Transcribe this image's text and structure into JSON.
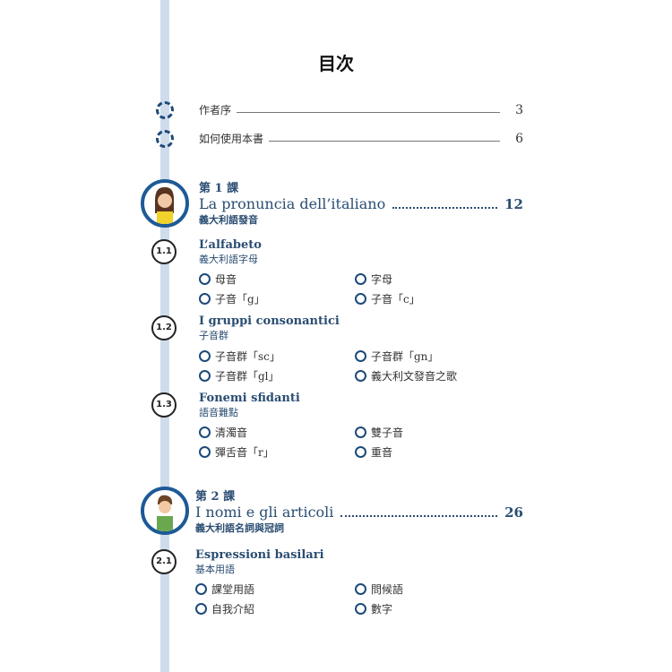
{
  "title": "目次",
  "front": [
    {
      "label": "作者序",
      "page": "3"
    },
    {
      "label": "如何使用本書",
      "page": "6"
    }
  ],
  "lessons": [
    {
      "num": "第 1 課",
      "title": "La pronuncia dell’italiano",
      "page": "12",
      "subtitle": "義大利語發音",
      "sections": [
        {
          "num": "1.1",
          "title": "L’alfabeto",
          "subtitle": "義大利語字母",
          "items": [
            "母音",
            "字母",
            "子音「g」",
            "子音「c」"
          ]
        },
        {
          "num": "1.2",
          "title": "I gruppi consonantici",
          "subtitle": "子音群",
          "items": [
            "子音群「sc」",
            "子音群「gn」",
            "子音群「gl」",
            "義大利文發音之歌"
          ]
        },
        {
          "num": "1.3",
          "title": "Fonemi sfidanti",
          "subtitle": "語音難點",
          "items": [
            "清濁音",
            "雙子音",
            "彈舌音「r」",
            "重音"
          ]
        }
      ]
    },
    {
      "num": "第 2 課",
      "title": "I nomi e gli articoli",
      "page": "26",
      "subtitle": "義大利語名詞與冠詞",
      "sections": [
        {
          "num": "2.1",
          "title": "Espressioni basilari",
          "subtitle": "基本用語",
          "items": [
            "課堂用語",
            "問候語",
            "自我介紹",
            "數字"
          ]
        }
      ]
    }
  ]
}
